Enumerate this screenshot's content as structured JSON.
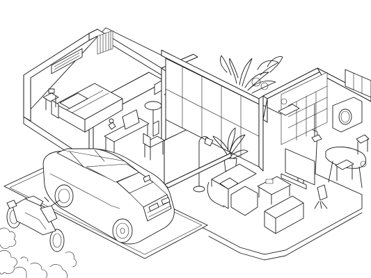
{
  "illustration": {
    "style": "isometric line drawing",
    "stroke_color": "#1a1a1a",
    "background_color": "#ffffff",
    "objects": [
      "house-cutaway",
      "bedroom",
      "study",
      "living-room",
      "bathroom",
      "dining-area",
      "suv-car",
      "motorcycle",
      "garden-plants"
    ]
  }
}
